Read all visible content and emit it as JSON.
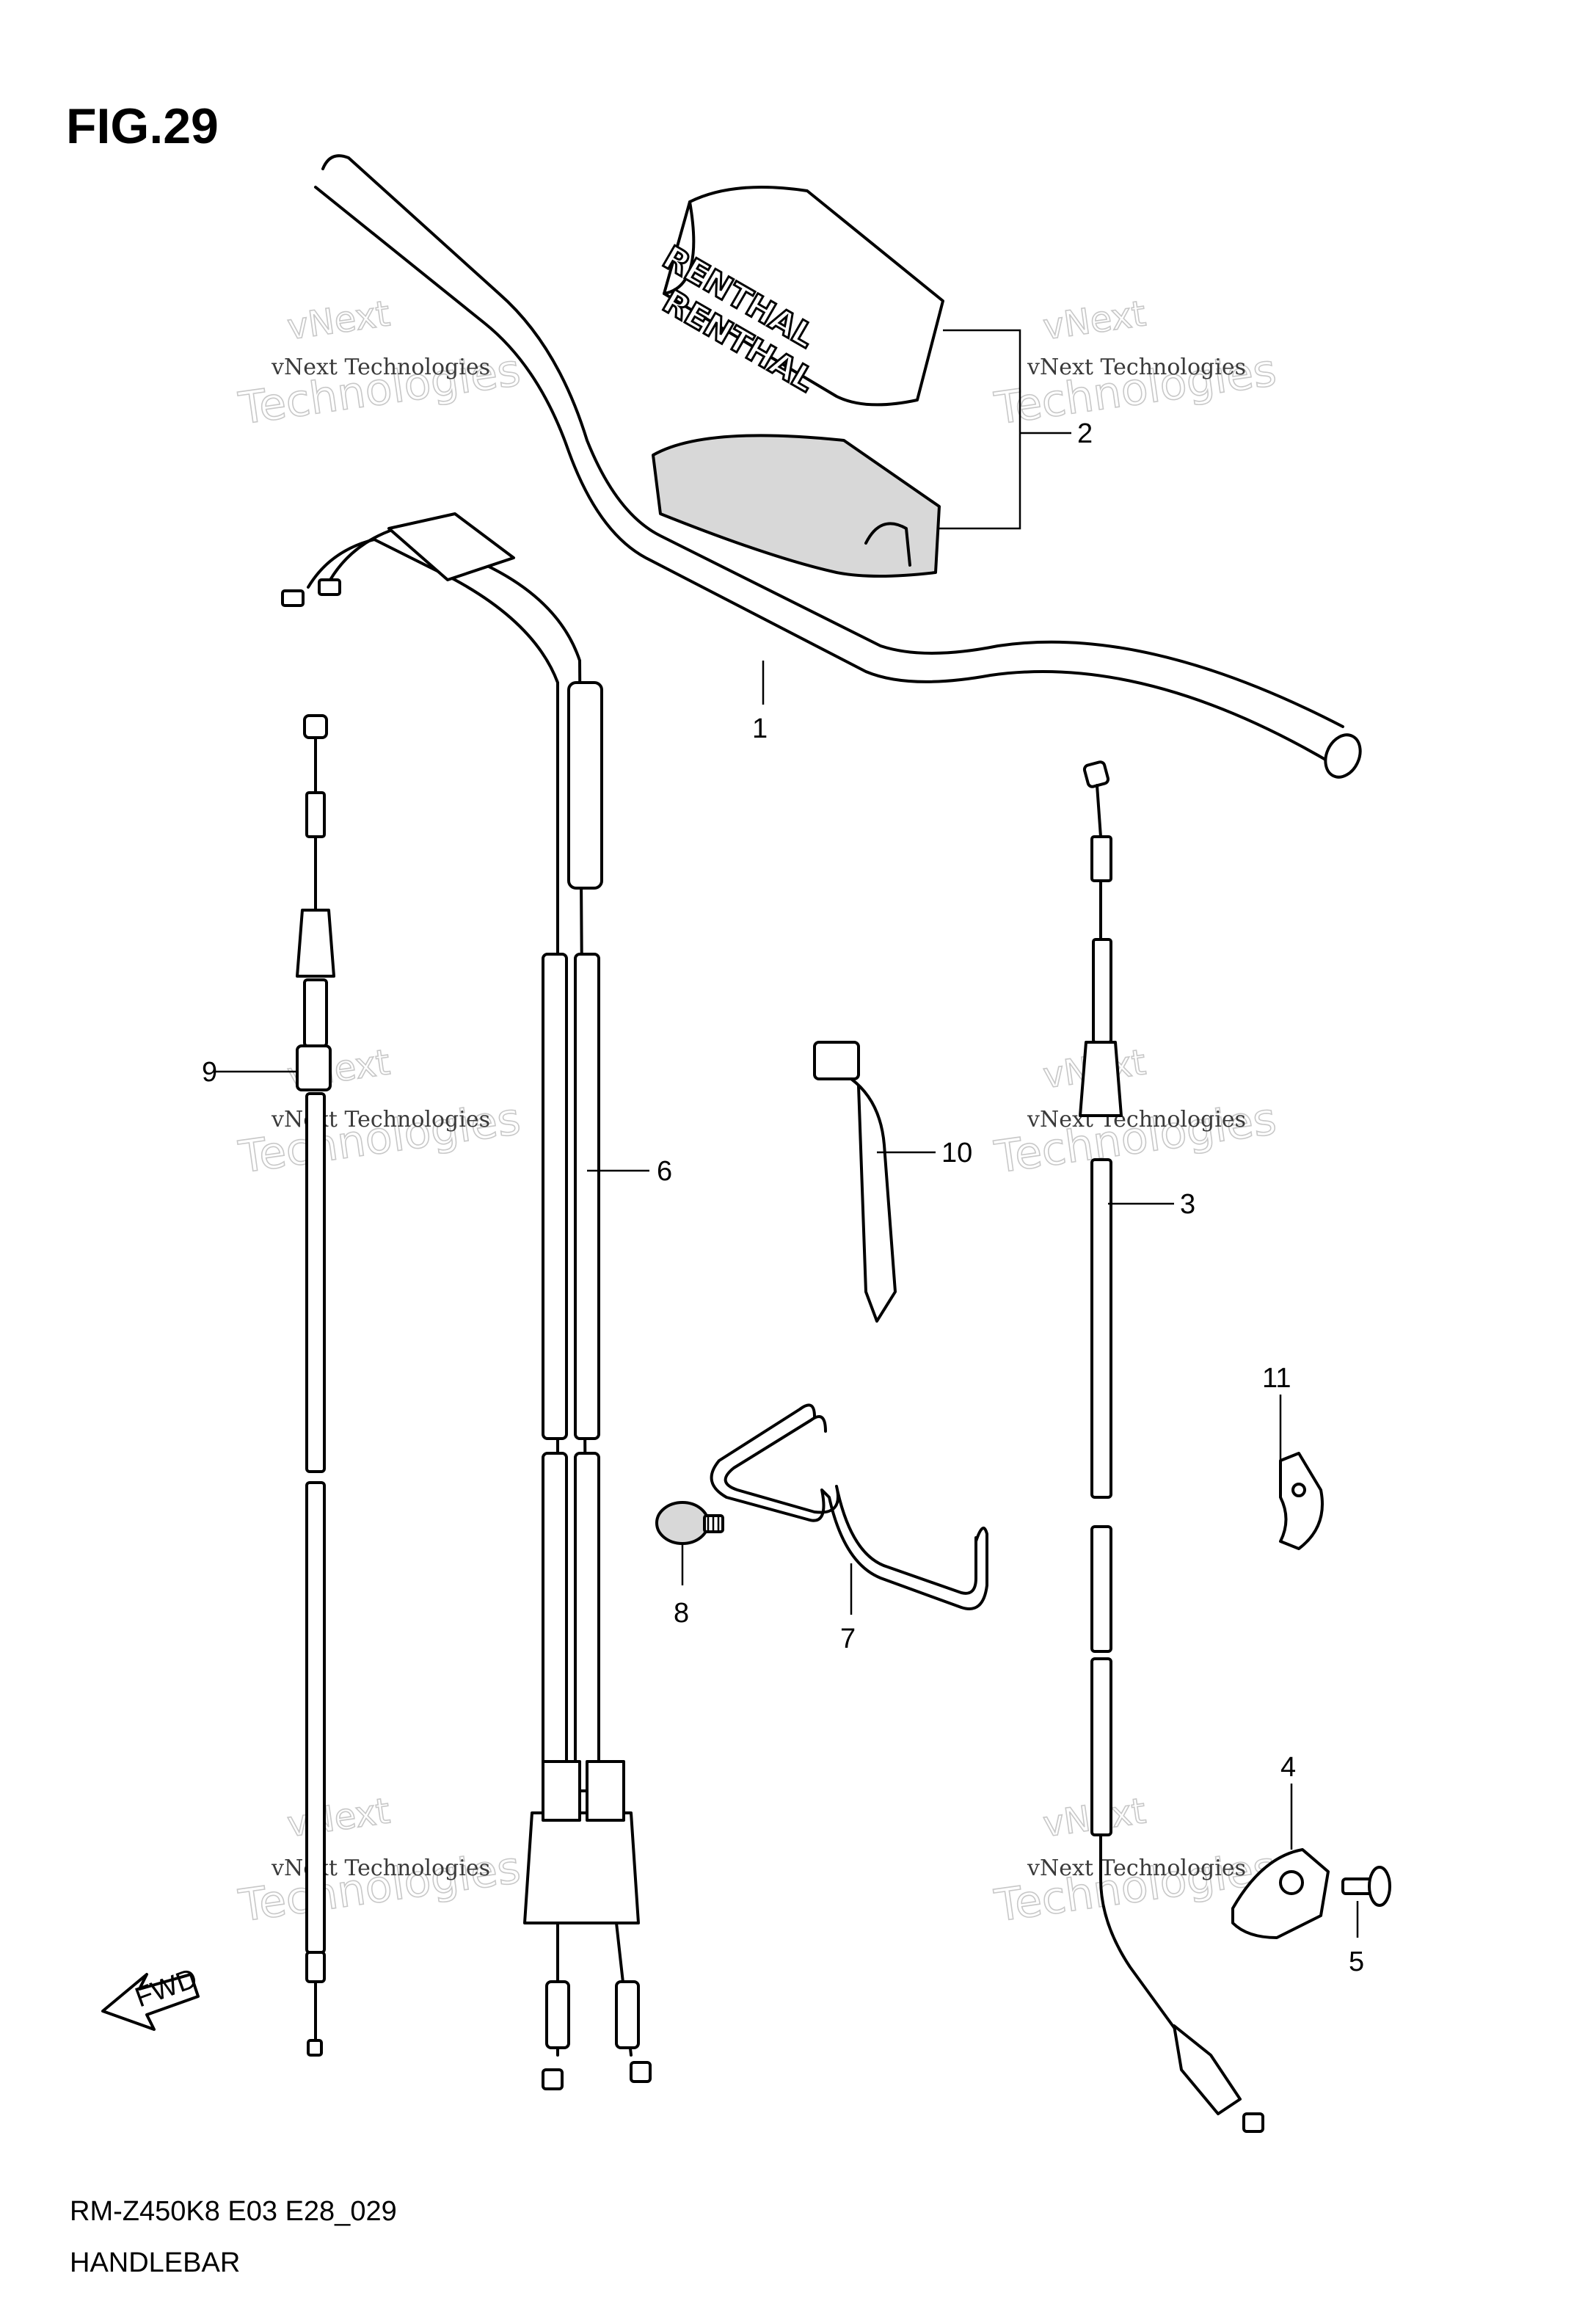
{
  "figure": {
    "title": "FIG.29",
    "footer_code": "RM-Z450K8 E03 E28_029",
    "footer_name": "HANDLEBAR",
    "fwd_label": "FWD",
    "brand_text": "RENTHAL"
  },
  "watermark": {
    "line1": "vNext Technologies",
    "big1": "Technologies",
    "small": "vNext"
  },
  "callouts": [
    {
      "id": "1",
      "label": "1"
    },
    {
      "id": "2",
      "label": "2"
    },
    {
      "id": "3",
      "label": "3"
    },
    {
      "id": "4",
      "label": "4"
    },
    {
      "id": "5",
      "label": "5"
    },
    {
      "id": "6",
      "label": "6"
    },
    {
      "id": "7",
      "label": "7"
    },
    {
      "id": "8",
      "label": "8"
    },
    {
      "id": "9",
      "label": "9"
    },
    {
      "id": "10",
      "label": "10"
    },
    {
      "id": "11",
      "label": "11"
    }
  ]
}
